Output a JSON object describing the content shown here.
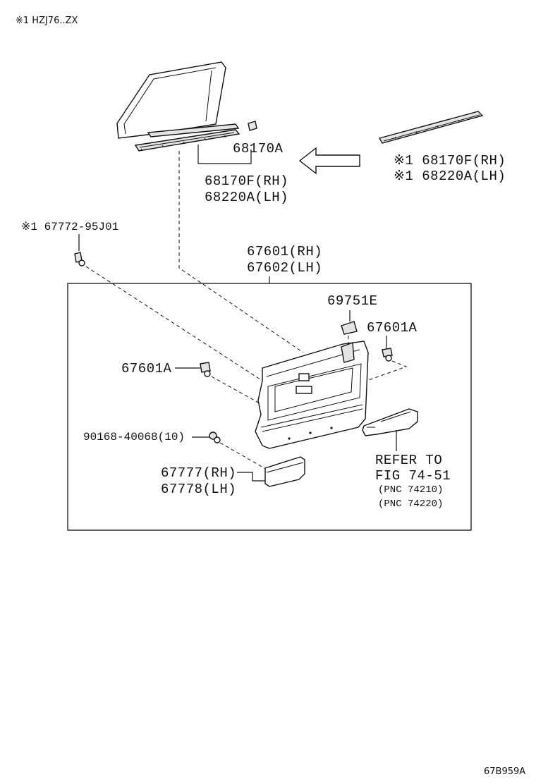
{
  "header_note": "※1 HZJ76..ZX",
  "diagram_code": "67B959A",
  "labels": {
    "glass_channel": "68170A",
    "belt_molding_rh": "68170F(RH)",
    "belt_molding_lh": "68220A(LH)",
    "alt_belt_molding_rh": "※1 68170F(RH)",
    "alt_belt_molding_lh": "※1 68220A(LH)",
    "screw_top": "※1 67772-95J01",
    "trim_panel_rh": "67601(RH)",
    "trim_panel_lh": "67602(LH)",
    "clip_top": "69751E",
    "clip_right": "67601A",
    "clip_left": "67601A",
    "screw_bottom": "90168-40068(10)",
    "pocket_rh": "67777(RH)",
    "pocket_lh": "67778(LH)",
    "refer_line1": "REFER TO",
    "refer_line2": "FIG 74-51",
    "refer_pnc1": "(PNC 74210)",
    "refer_pnc2": "(PNC 74220)"
  }
}
